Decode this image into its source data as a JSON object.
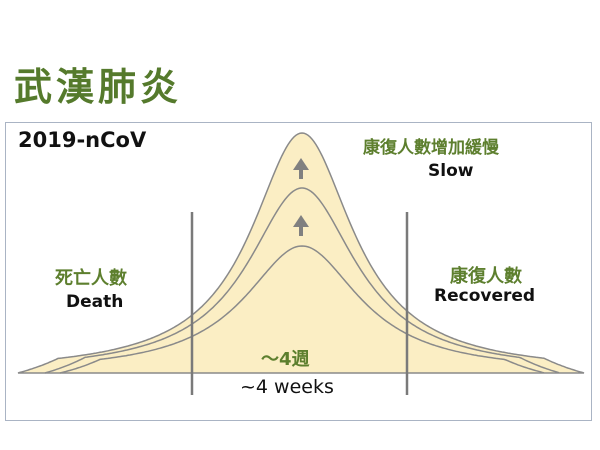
{
  "title": "武漢肺炎",
  "label": "2019-nCoV",
  "slow_zh": "康復人數增加緩慢",
  "slow_en": "Slow",
  "death_zh": "死亡人數",
  "death_en": "Death",
  "recovered_zh": "康復人數",
  "recovered_en": "Recovered",
  "duration_zh": "～4週",
  "duration_en": "~4 weeks",
  "colors": {
    "fill": "#fbeec4",
    "curve": "#8a8a8a",
    "green": "#5d7f2e",
    "line": "#7a7a7a"
  }
}
